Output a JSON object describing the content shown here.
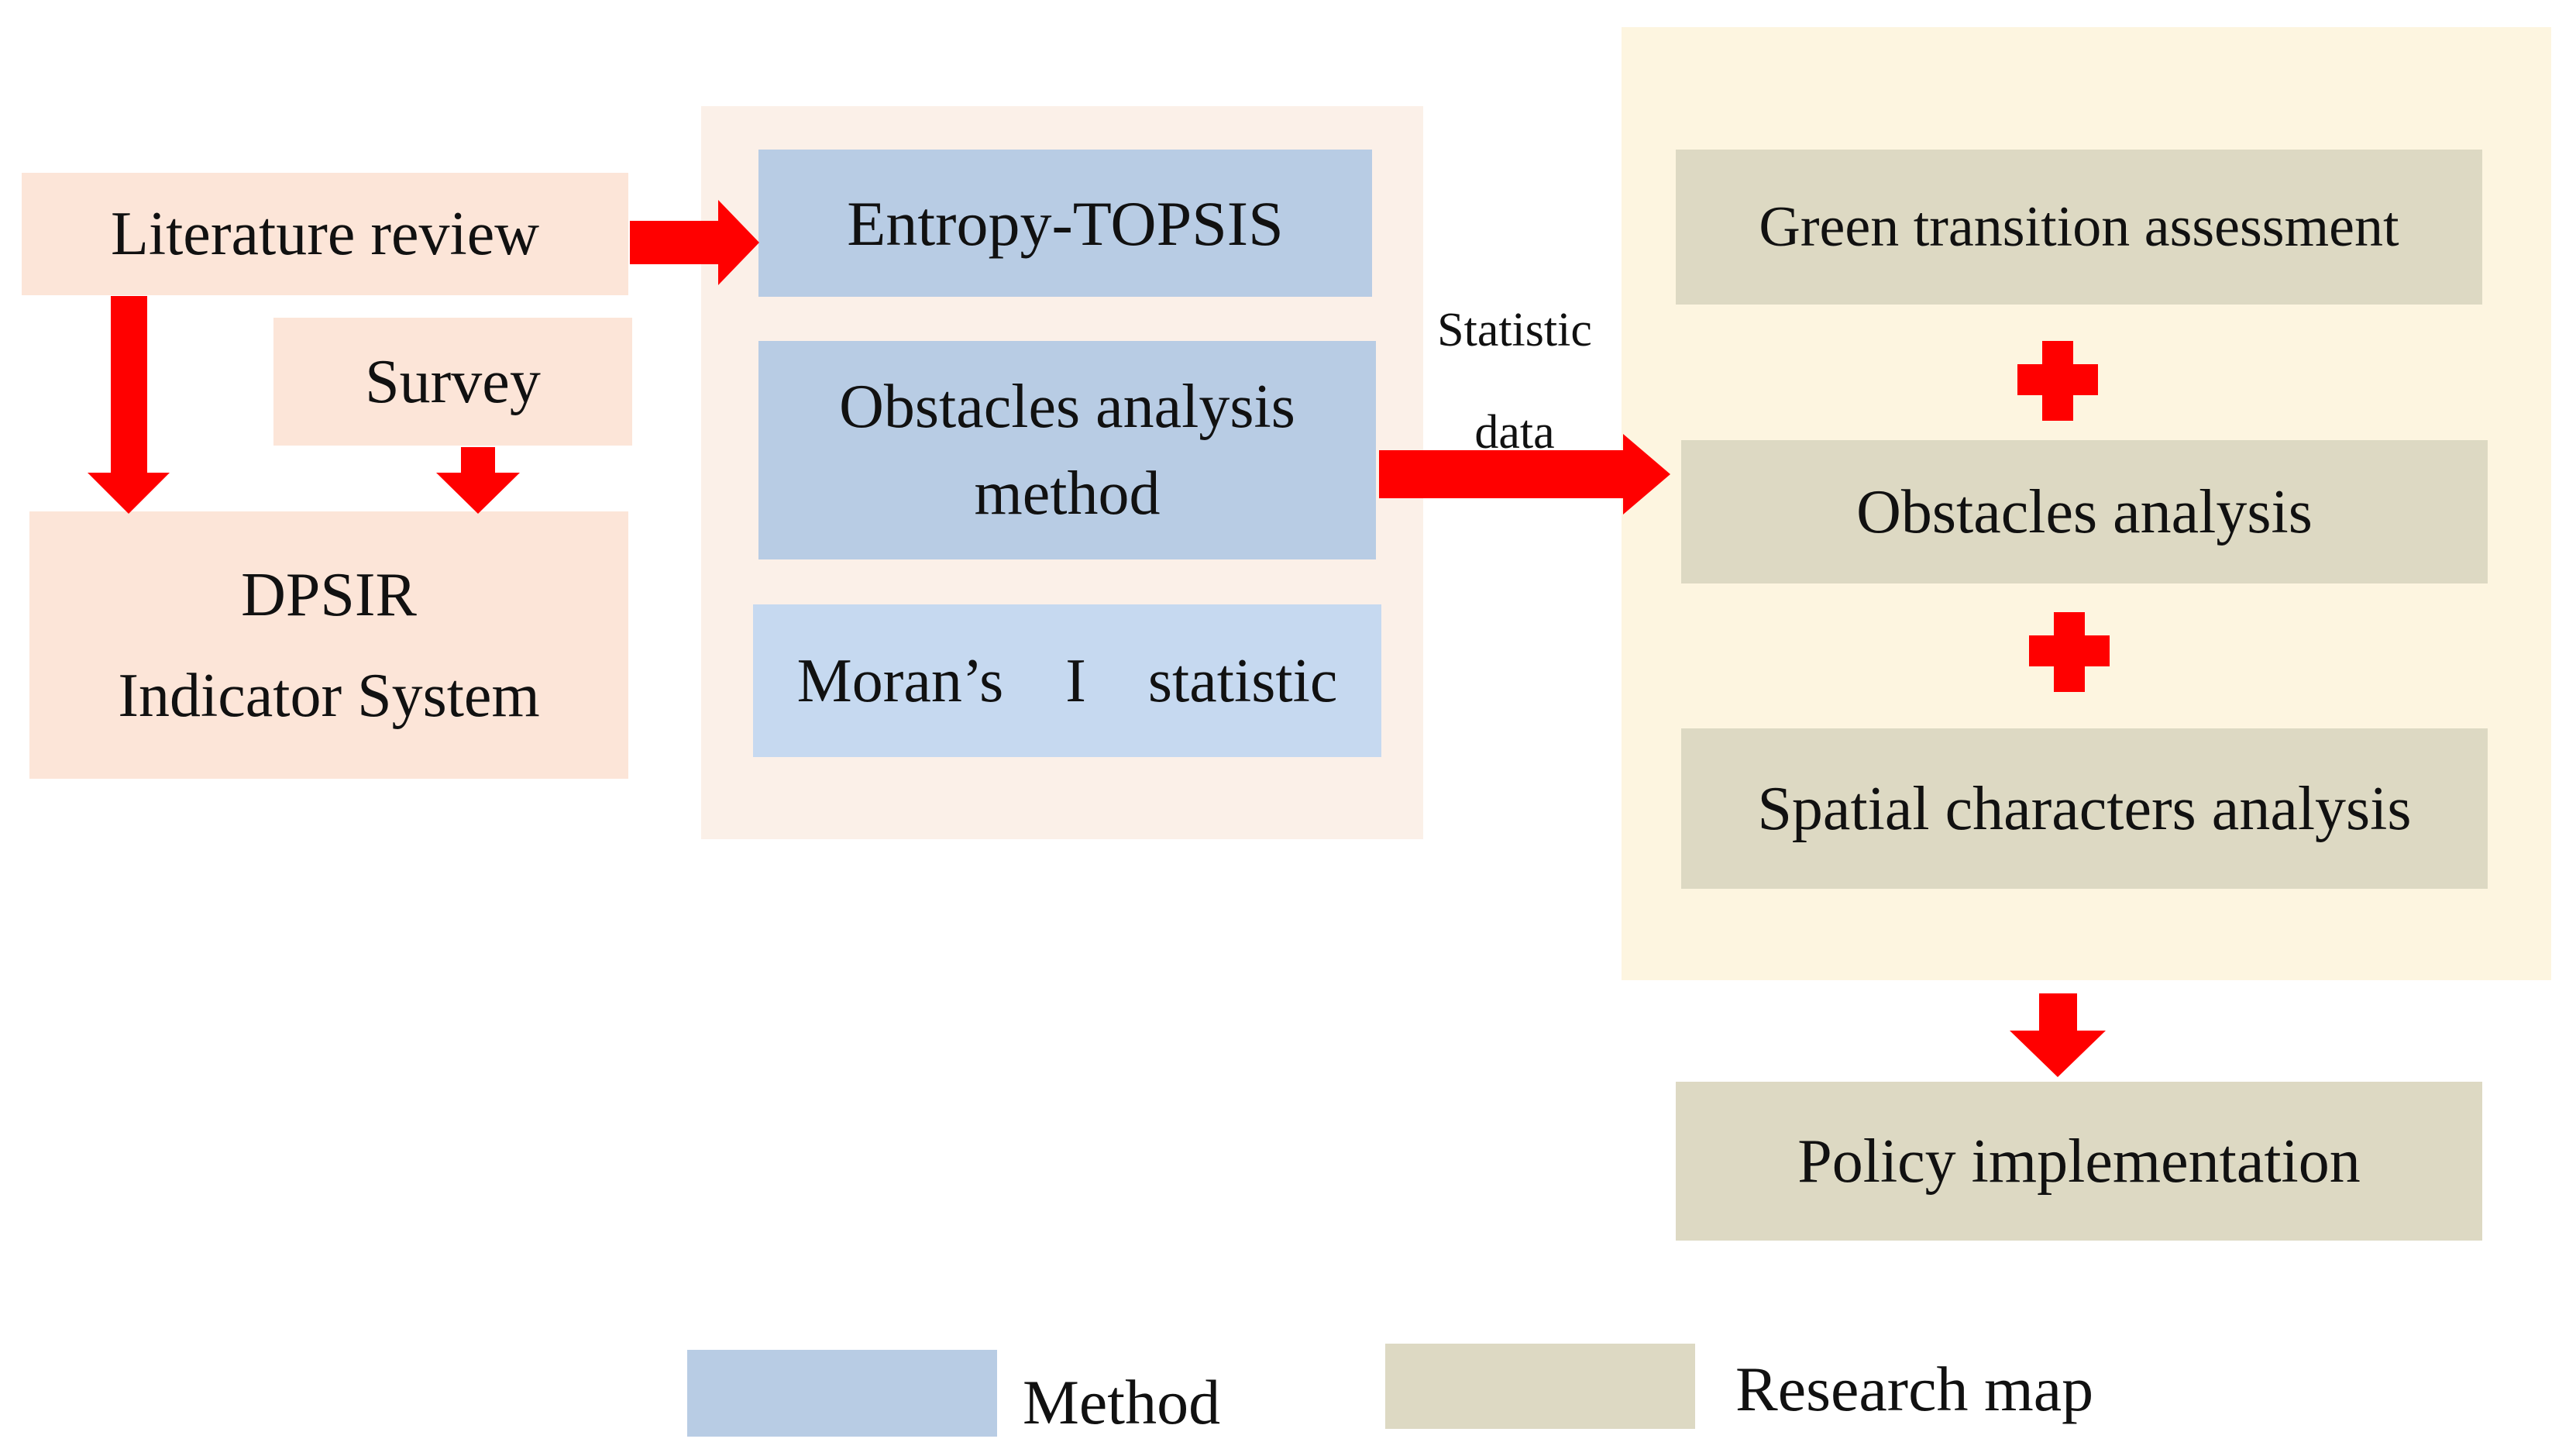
{
  "colors": {
    "input_box": "#fce5d8",
    "input_panel": "#fbf0e8",
    "method": "#b8cce4",
    "method_light": "#c6d9f0",
    "research_map": "#ddd9c3",
    "output_panel": "#fdf5e0",
    "arrow": "#ff0000"
  },
  "inputs": {
    "literature_review": "Literature review",
    "survey": "Survey",
    "dpsir_line1": "DPSIR",
    "dpsir_line2": "Indicator System"
  },
  "methods": {
    "entropy_topsis": "Entropy-TOPSIS",
    "obstacles_line1": "Obstacles analysis",
    "obstacles_line2": "method",
    "morans": "Moran’s　I　statistic"
  },
  "connector": {
    "line1": "Statistic",
    "line2": "data"
  },
  "results": {
    "green_transition": "Green transition assessment",
    "obstacles": "Obstacles analysis",
    "spatial": "Spatial characters analysis",
    "policy": "Policy implementation"
  },
  "legend": {
    "method": "Method",
    "research_map": "Research map"
  }
}
